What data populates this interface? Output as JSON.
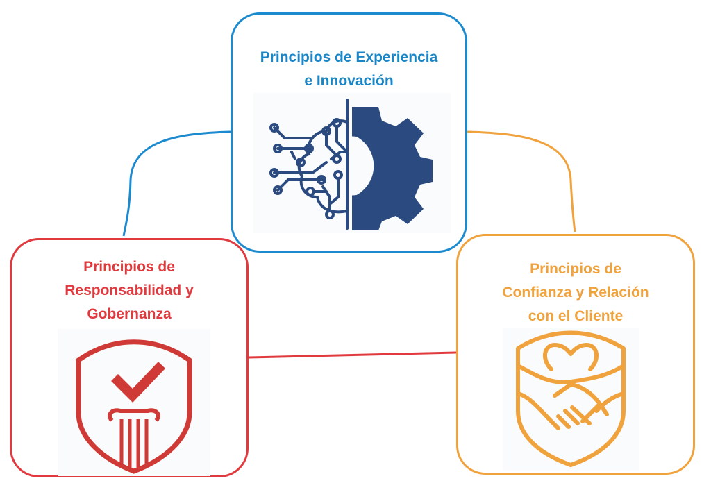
{
  "colors": {
    "experience": "#1b8ace",
    "icon_navy": "#2a4a80",
    "responsibility": "#e0393e",
    "trust": "#f0a23c"
  },
  "nodes": {
    "experience": {
      "title_lines": [
        "Principios de Experiencia",
        "e Innovación"
      ],
      "icon": "brain-gear-icon"
    },
    "responsibility": {
      "title_lines": [
        "Principios de",
        "Responsabilidad y",
        "Gobernanza"
      ],
      "icon": "shield-check-column-icon"
    },
    "trust": {
      "title_lines": [
        "Principios de",
        "Confianza y Relación",
        "con el Cliente"
      ],
      "icon": "shield-handshake-heart-icon"
    }
  }
}
